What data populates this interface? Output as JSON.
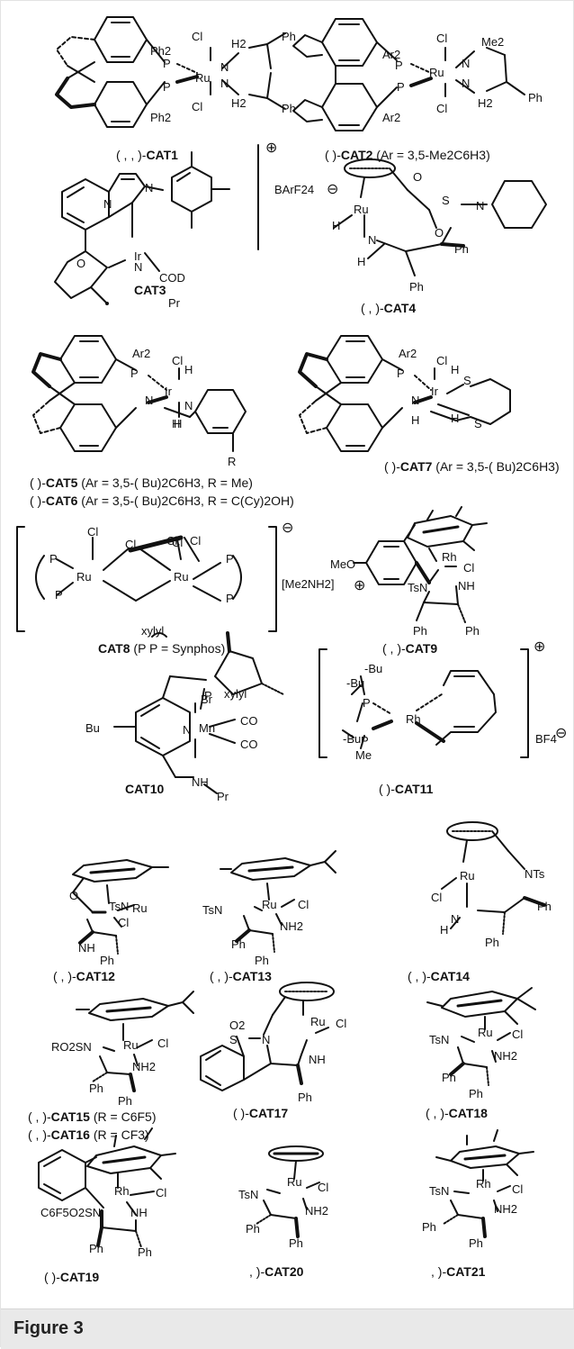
{
  "figure": {
    "caption": "Figure 3"
  },
  "catalysts": [
    {
      "id": "cat1",
      "prefix": "( , , )-",
      "name": "CAT1",
      "note": "",
      "labels": [
        "Ph2",
        "Ph2",
        "Cl",
        "Cl",
        "Ru",
        "P",
        "P",
        "N",
        "N",
        "H2",
        "H2",
        "Ph",
        "Ph"
      ]
    },
    {
      "id": "cat2",
      "prefix": "( )-",
      "name": "CAT2",
      "note": "(Ar = 3,5-Me2C6H3)",
      "labels": [
        "Ar2",
        "Ar2",
        "Cl",
        "Cl",
        "Ru",
        "P",
        "P",
        "N",
        "N",
        "Me2",
        "H2",
        "Ph"
      ]
    },
    {
      "id": "cat3",
      "prefix": "",
      "name": "CAT3",
      "note": "",
      "labels": [
        "N",
        "N",
        "N",
        "O",
        "Ir",
        "COD",
        "Pr",
        "BArF24"
      ]
    },
    {
      "id": "cat4",
      "prefix": "( , )-",
      "name": "CAT4",
      "note": "",
      "labels": [
        "Ru",
        "H",
        "N",
        "H",
        "O",
        "S",
        "O",
        "N",
        "Ph",
        "Ph"
      ]
    },
    {
      "id": "cat5",
      "prefix": "( )-",
      "name": "CAT5",
      "note": "(Ar = 3,5-( Bu)2C6H3, R = Me)",
      "labels": [
        "Ar2",
        "P",
        "Cl",
        "H",
        "Ir",
        "N",
        "N",
        "H",
        "H",
        "R"
      ]
    },
    {
      "id": "cat6",
      "prefix": "( )-",
      "name": "CAT6",
      "note": "(Ar = 3,5-( Bu)2C6H3, R = C(Cy)2OH)",
      "labels": []
    },
    {
      "id": "cat7",
      "prefix": "( )-",
      "name": "CAT7",
      "note": "(Ar = 3,5-( Bu)2C6H3)",
      "labels": [
        "Ar2",
        "P",
        "Cl",
        "H",
        "Ir",
        "H",
        "N",
        "H",
        "S",
        "S"
      ]
    },
    {
      "id": "cat8",
      "prefix": "",
      "name": "CAT8",
      "note": "(P P = Synphos)",
      "labels": [
        "Cl",
        "Cl",
        "Cl",
        "Cl",
        "Cl",
        "Ru",
        "Ru",
        "P",
        "P",
        "P",
        "P",
        "[Me2NH2]"
      ]
    },
    {
      "id": "cat9",
      "prefix": "( , )-",
      "name": "CAT9",
      "note": "",
      "labels": [
        "MeO",
        "Rh",
        "Cl",
        "TsN",
        "NH",
        "Ph",
        "Ph"
      ]
    },
    {
      "id": "cat10",
      "prefix": "",
      "name": "CAT10",
      "note": "",
      "labels": [
        "xylyl",
        "xylyl",
        "P",
        "Br",
        "Bu",
        "N",
        "Mn",
        "CO",
        "CO",
        "NH",
        "Pr"
      ]
    },
    {
      "id": "cat11",
      "prefix": "( )-",
      "name": "CAT11",
      "note": "",
      "labels": [
        "-Bu",
        "-Bu",
        "P",
        "Rh",
        "-Bu",
        "P",
        "Me",
        "BF4"
      ]
    },
    {
      "id": "cat12",
      "prefix": "( , )-",
      "name": "CAT12",
      "note": "",
      "labels": [
        "O",
        "TsN",
        "Ru",
        "Cl",
        "NH",
        "Ph",
        "Ph"
      ]
    },
    {
      "id": "cat13",
      "prefix": "( , )-",
      "name": "CAT13",
      "note": "",
      "labels": [
        "TsN",
        "Ru",
        "Cl",
        "NH2",
        "Ph",
        "Ph"
      ]
    },
    {
      "id": "cat14",
      "prefix": "( , )-",
      "name": "CAT14",
      "note": "",
      "labels": [
        "Ru",
        "Cl",
        "NTs",
        "H",
        "N",
        "Ph",
        "Ph"
      ]
    },
    {
      "id": "cat15",
      "prefix": "( , )-",
      "name": "CAT15",
      "note": "(R = C6F5)",
      "labels": [
        "RO2SN",
        "Ru",
        "Cl",
        "NH2",
        "Ph",
        "Ph"
      ]
    },
    {
      "id": "cat16",
      "prefix": "( , )-",
      "name": "CAT16",
      "note": "(R = CF3)",
      "labels": []
    },
    {
      "id": "cat17",
      "prefix": "( )-",
      "name": "CAT17",
      "note": "",
      "labels": [
        "O2",
        "S",
        "N",
        "Ru",
        "Cl",
        "NH",
        "Ph"
      ]
    },
    {
      "id": "cat18",
      "prefix": "( , )-",
      "name": "CAT18",
      "note": "",
      "labels": [
        "TsN",
        "Ru",
        "Cl",
        "NH2",
        "Ph",
        "Ph"
      ]
    },
    {
      "id": "cat19",
      "prefix": "( )-",
      "name": "CAT19",
      "note": "",
      "labels": [
        "Rh",
        "Cl",
        "C6F5O2SN",
        "NH",
        "Ph",
        "Ph"
      ]
    },
    {
      "id": "cat20",
      "prefix": ", )-",
      "name": "CAT20",
      "note": "",
      "labels": [
        "TsN",
        "Ru",
        "Cl",
        "NH2",
        "Ph",
        "Ph"
      ]
    },
    {
      "id": "cat21",
      "prefix": ", )-",
      "name": "CAT21",
      "note": "",
      "labels": [
        "Rh",
        "TsN",
        "Cl",
        "NH2",
        "Ph",
        "Ph"
      ]
    }
  ],
  "charges": {
    "plus": "⊕",
    "minus": "⊖"
  }
}
